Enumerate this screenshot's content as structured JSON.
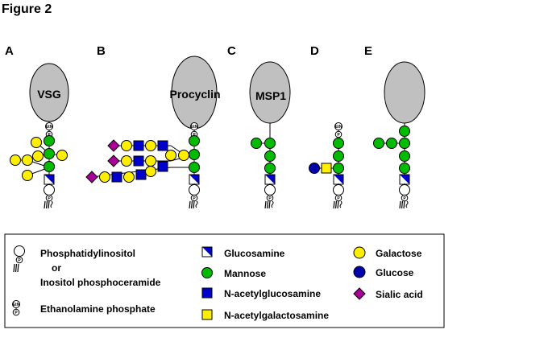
{
  "figure_title": "Figure 2",
  "colors": {
    "protein": "#c0c0c0",
    "mannose": "#00bb00",
    "galactose": "#ffee00",
    "glcnac": "#0000cc",
    "galnac": "#ffee00",
    "glucose": "#0000aa",
    "sialic_acid": "#aa0099",
    "glucosamine_fill": "#0000cc",
    "inositol": "#ffffff"
  },
  "panels": [
    {
      "letter": "A",
      "protein_label": "VSG"
    },
    {
      "letter": "B",
      "protein_label": "Procyclin"
    },
    {
      "letter": "C",
      "protein_label": "MSP1"
    },
    {
      "letter": "D",
      "protein_label": ""
    },
    {
      "letter": "E",
      "protein_label": ""
    }
  ],
  "glyph_text": {
    "ethanolamine": "EtN",
    "phosphate": "P"
  },
  "legend": {
    "phosphatidylinositol": "Phosphatidylinositol",
    "or": "or",
    "inositol_phosphoceramide": "Inositol phosphoceramide",
    "ethanolamine_phosphate": "Ethanolamine phosphate",
    "glucosamine": "Glucosamine",
    "mannose": "Mannose",
    "n_acetylglucosamine": "N-acetylglucosamine",
    "n_acetylgalactosamine": "N-acetylgalactosamine",
    "galactose": "Galactose",
    "glucose": "Glucose",
    "sialic_acid": "Sialic acid"
  }
}
